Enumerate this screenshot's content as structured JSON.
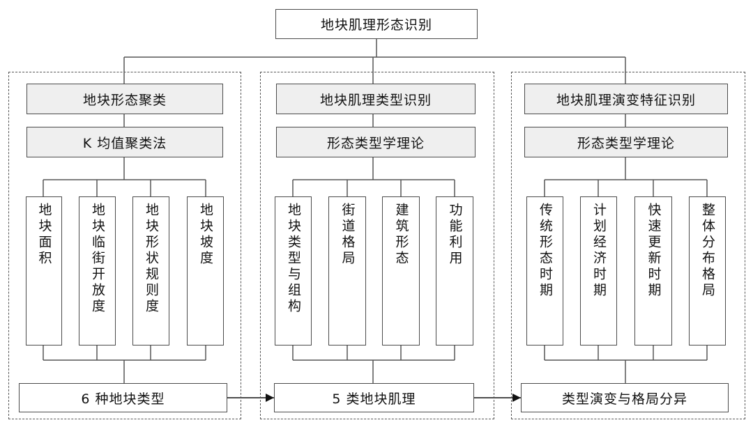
{
  "title": "地块肌理形态识别",
  "groups": [
    {
      "title": "地块形态聚类",
      "method": "K 均值聚类法",
      "items": [
        "地块面积",
        "地块临街开放度",
        "地块形状规则度",
        "地块坡度"
      ],
      "result": "6 种地块类型"
    },
    {
      "title": "地块肌理类型识别",
      "method": "形态类型学理论",
      "items": [
        "地块类型与组构",
        "街道格局",
        "建筑形态",
        "功能利用"
      ],
      "result": "5 类地块肌理"
    },
    {
      "title": "地块肌理演变特征识别",
      "method": "形态类型学理论",
      "items": [
        "传统形态时期",
        "计划经济时期",
        "快速更新时期",
        "整体分布格局"
      ],
      "result": "类型演变与格局分异"
    }
  ]
}
